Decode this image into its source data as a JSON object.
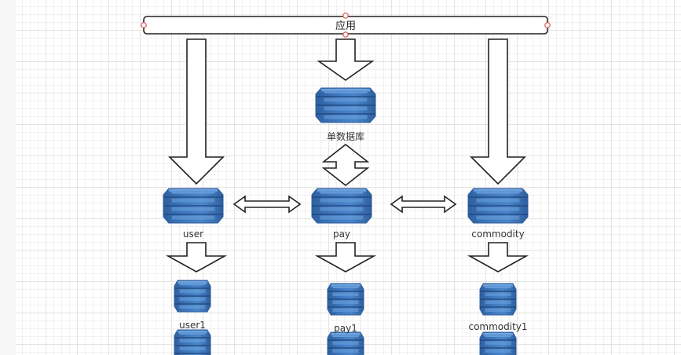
{
  "app_bar": {
    "label": "应用"
  },
  "nodes": {
    "single_db": {
      "label": "单数据库",
      "icon": "database-icon"
    },
    "user": {
      "label": "user",
      "icon": "database-icon"
    },
    "pay": {
      "label": "pay",
      "icon": "database-icon"
    },
    "commodity": {
      "label": "commodity",
      "icon": "database-icon"
    },
    "user1": {
      "label": "user1",
      "icon": "database-icon"
    },
    "pay1": {
      "label": "pay1",
      "icon": "database-icon"
    },
    "commodity1": {
      "label": "commodity1",
      "icon": "database-icon"
    }
  },
  "colors": {
    "db_dark": "#2f5f9e",
    "db_mid": "#3f78bf",
    "db_light": "#6ea2dc",
    "selection_handle": "#d9534f",
    "grid_line": "#e4e4e4"
  }
}
